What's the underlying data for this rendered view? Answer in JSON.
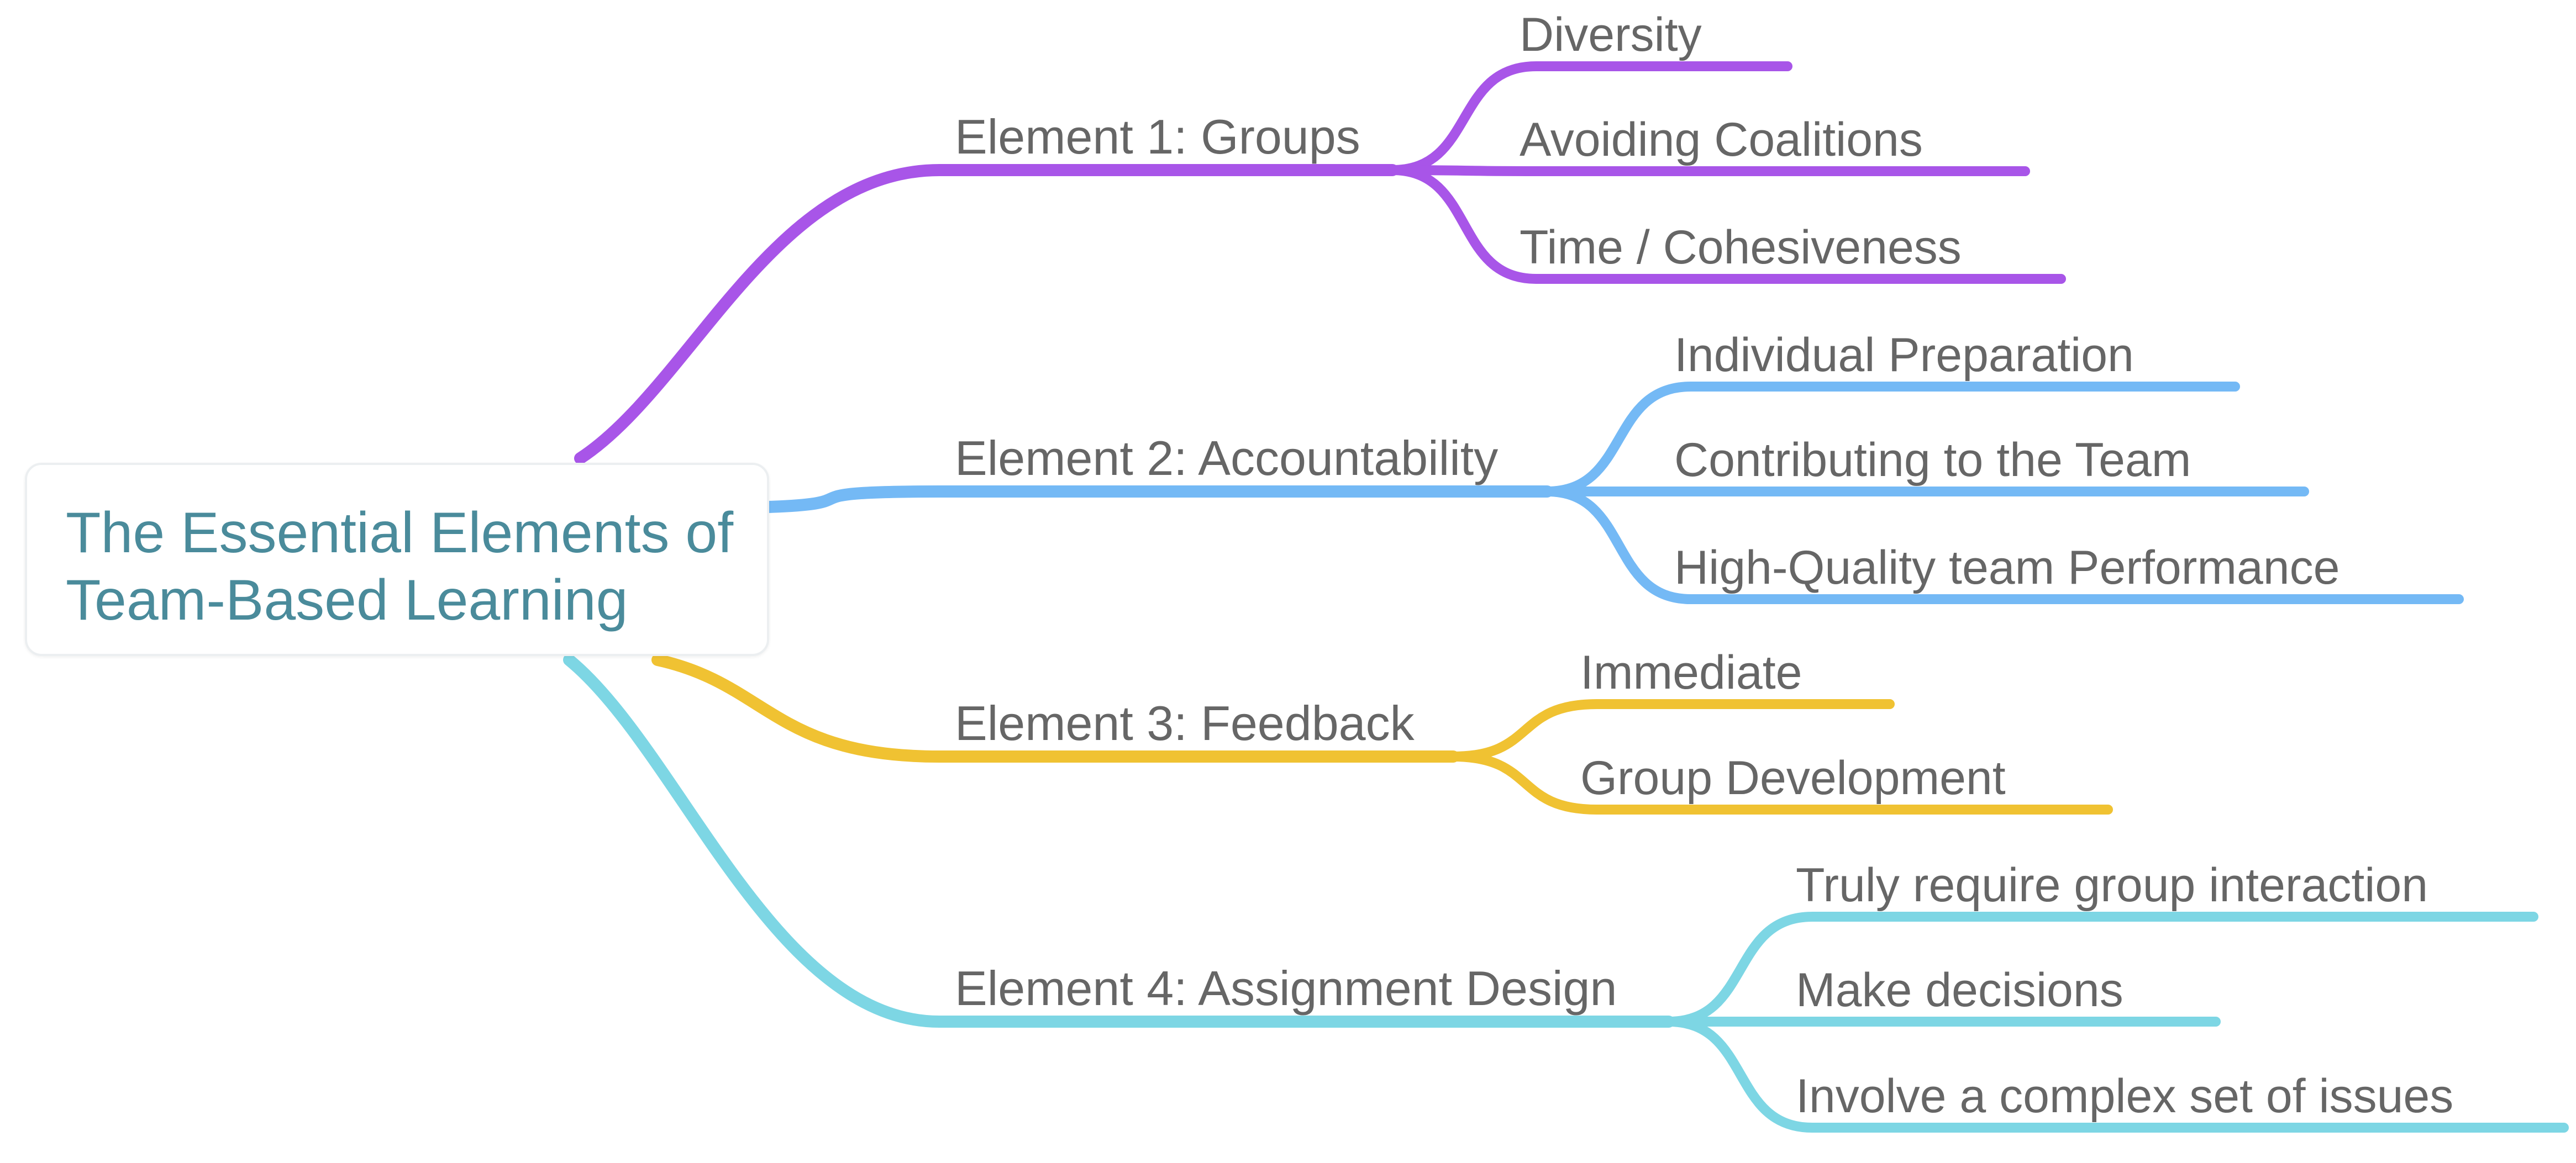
{
  "root": {
    "title": "The Essential Elements of\nTeam-Based Learning"
  },
  "branches": [
    {
      "label": "Element 1: Groups",
      "color": "#a855e8",
      "children": [
        "Diversity",
        "Avoiding Coalitions",
        "Time / Cohesiveness"
      ]
    },
    {
      "label": "Element 2: Accountability",
      "color": "#74b9f5",
      "children": [
        "Individual Preparation",
        "Contributing to the Team",
        "High-Quality team Performance"
      ]
    },
    {
      "label": "Element 3: Feedback",
      "color": "#f0c232",
      "children": [
        "Immediate",
        "Group Development"
      ]
    },
    {
      "label": "Element 4: Assignment Design",
      "color": "#7dd6e4",
      "children": [
        "Truly require group interaction",
        "Make decisions",
        "Involve a complex set of issues"
      ]
    }
  ],
  "text_color": "#666666"
}
